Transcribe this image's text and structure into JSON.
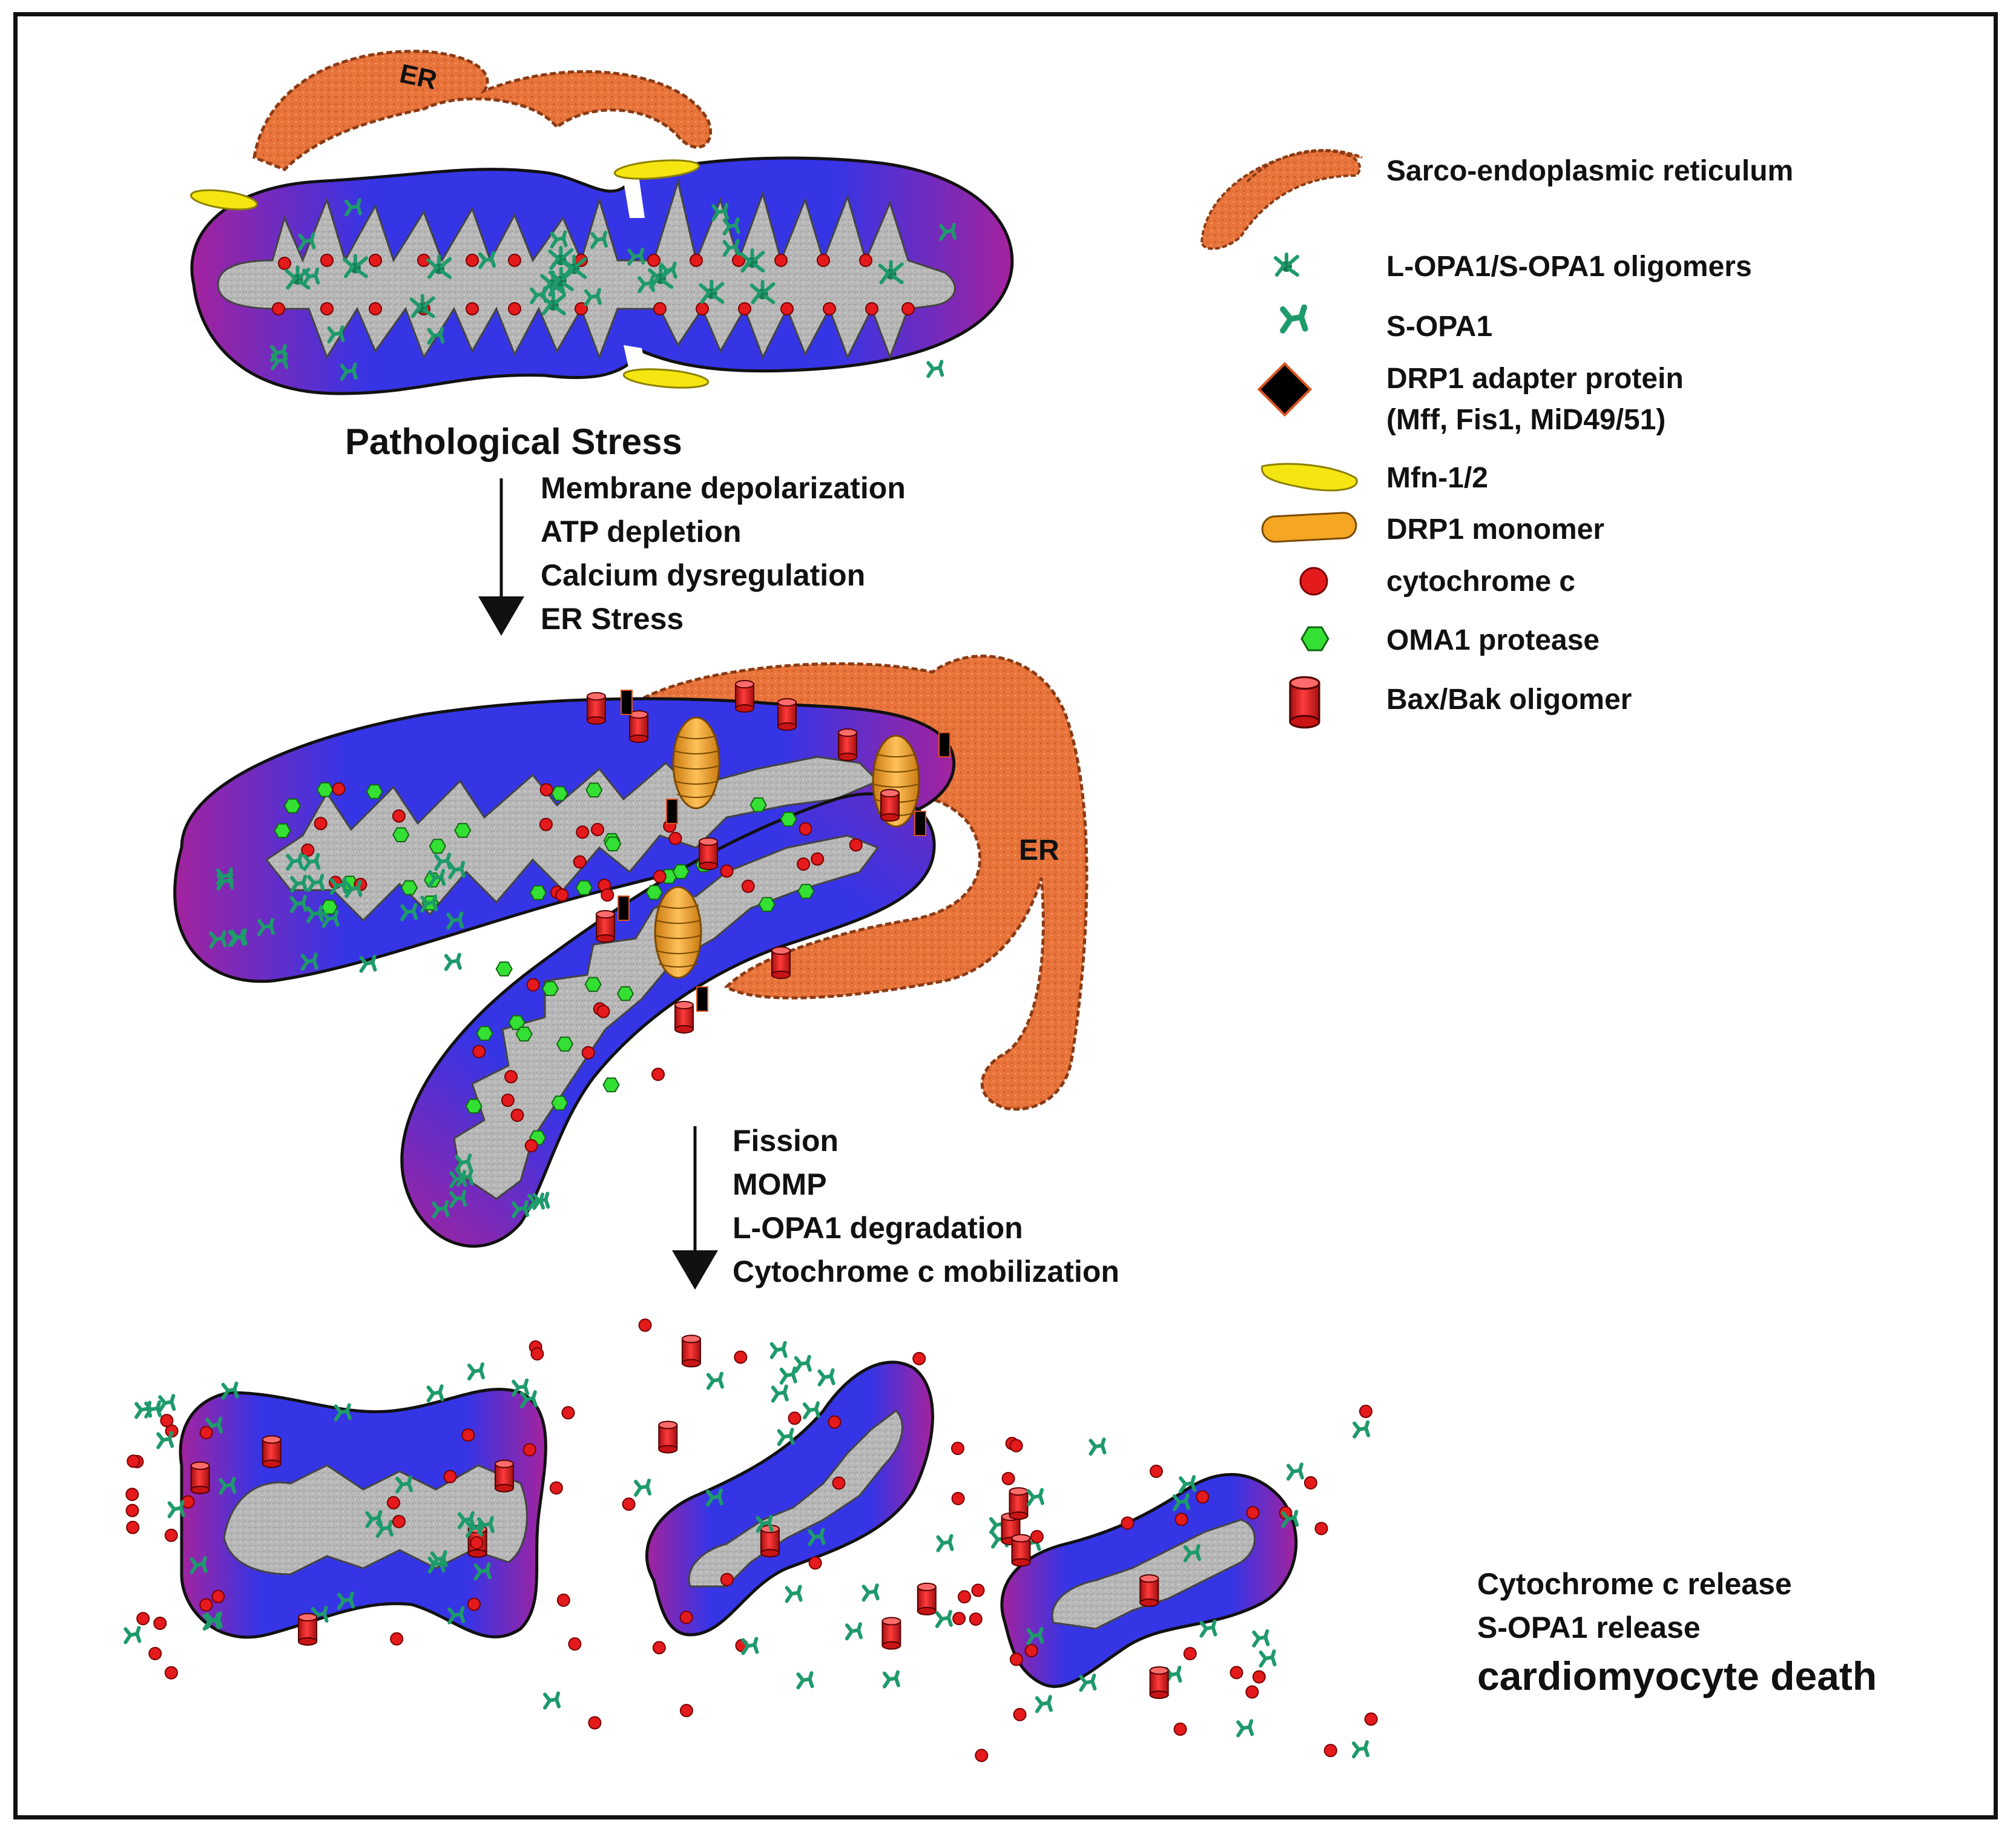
{
  "colors": {
    "er": "#e8743b",
    "matrix": "#3535e6",
    "matrix_edge": "#a3239e",
    "cristae": "#b8b8b8",
    "opa1": "#1e9a6b",
    "mfn": "#f5e511",
    "drp1": "#f5a623",
    "cytc": "#e41a1c",
    "oma1": "#33e033",
    "baxbak": "#e41a1c",
    "adapter": "#000000"
  },
  "diagram": {
    "er_label_top": "ER",
    "er_label_mid": "ER",
    "stage1_title": "Pathological Stress",
    "step1": [
      "Membrane depolarization",
      "ATP depletion",
      "Calcium dysregulation",
      "ER Stress"
    ],
    "step2": [
      "Fission",
      "MOMP",
      "L-OPA1 degradation",
      "Cytochrome c mobilization"
    ],
    "outcome": [
      "Cytochrome c release",
      "S-OPA1 release"
    ],
    "outcome_final": "cardiomyocyte death"
  },
  "legend": [
    {
      "icon": "er-icon",
      "label": "Sarco-endoplasmic reticulum"
    },
    {
      "icon": "opa1-oligomer-icon",
      "label": "L-OPA1/S-OPA1 oligomers"
    },
    {
      "icon": "s-opa1-icon",
      "label": "S-OPA1"
    },
    {
      "icon": "drp1-adapter-icon",
      "label": "DRP1 adapter protein"
    },
    {
      "icon": "drp1-adapter-icon",
      "label": "(Mff, Fis1, MiD49/51)"
    },
    {
      "icon": "mfn-icon",
      "label": "Mfn-1/2"
    },
    {
      "icon": "drp1-monomer-icon",
      "label": "DRP1 monomer"
    },
    {
      "icon": "cytochrome-c-icon",
      "label": "cytochrome c"
    },
    {
      "icon": "oma1-icon",
      "label": "OMA1 protease"
    },
    {
      "icon": "bax-bak-icon",
      "label": "Bax/Bak oligomer"
    }
  ]
}
